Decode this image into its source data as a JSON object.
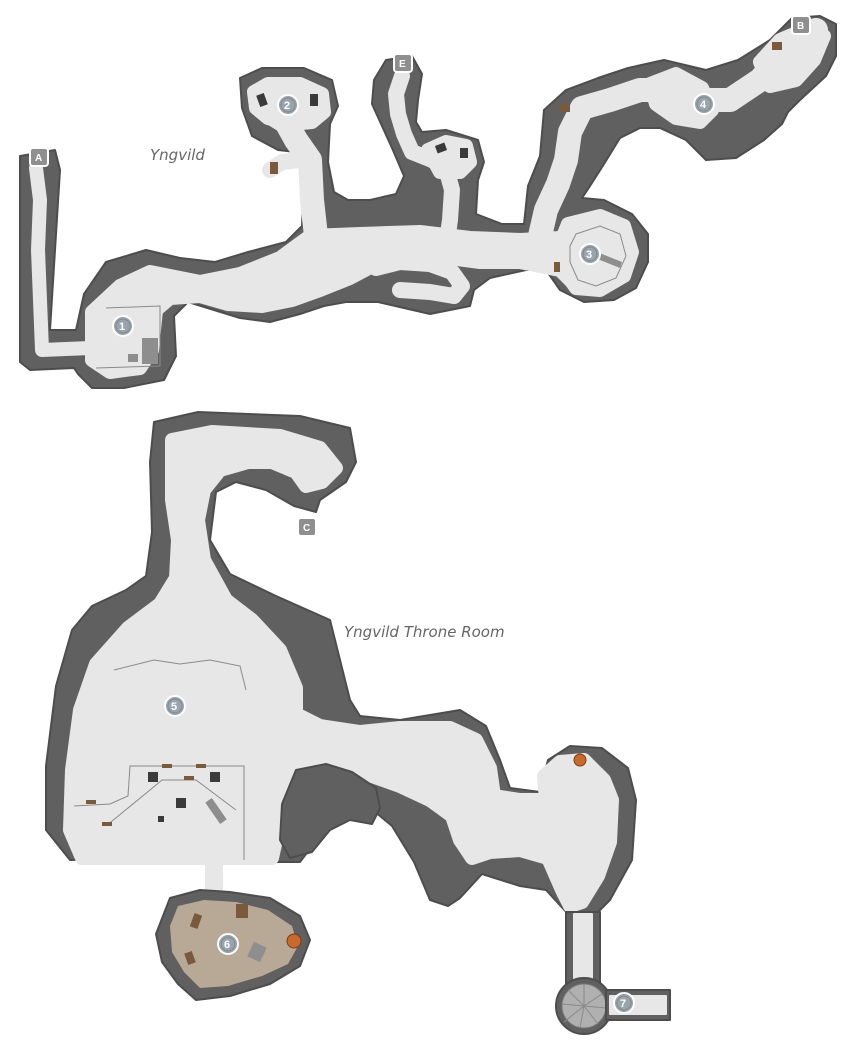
{
  "maps": [
    {
      "title": "Yngvild",
      "locations": [
        "1",
        "2",
        "3",
        "4"
      ],
      "exits": [
        "A",
        "B",
        "E"
      ]
    },
    {
      "title": "Yngvild Throne Room",
      "locations": [
        "5",
        "6",
        "7"
      ],
      "exits": [
        "C"
      ]
    }
  ],
  "colors": {
    "rock": "#606060",
    "floor": "#e7e7e7",
    "marker": "#9aa4ad",
    "exit_marker": "#8f8f8f",
    "chamber_floor": "#b8a896",
    "brazier": "#c9692c"
  },
  "icons": {
    "location_marker": "numbered-circle-marker",
    "exit_marker": "lettered-square-marker"
  }
}
